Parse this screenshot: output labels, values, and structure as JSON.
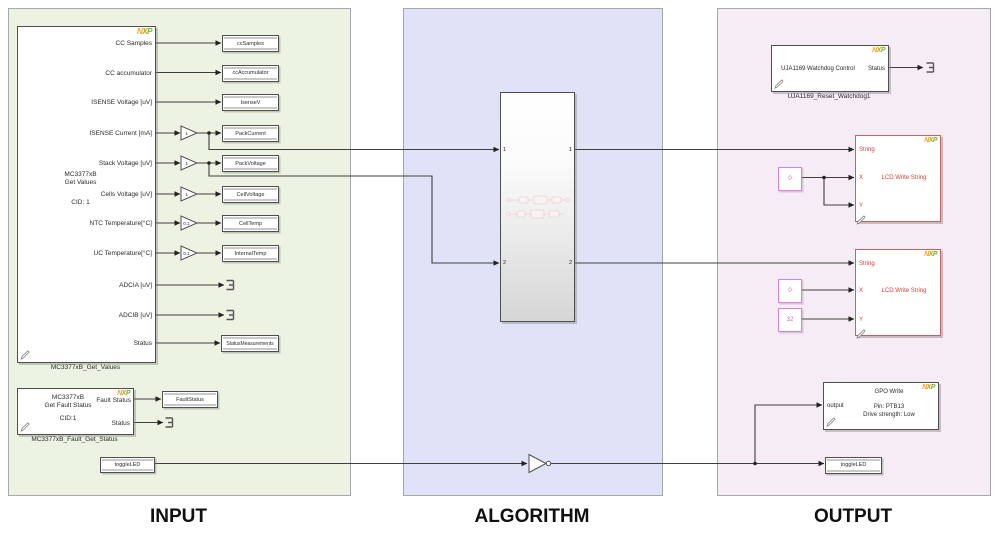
{
  "logo": {
    "n": "N",
    "x": "X",
    "p": "P"
  },
  "sections": {
    "input": "INPUT",
    "algorithm": "ALGORITHM",
    "output": "OUTPUT"
  },
  "input": {
    "get_values": {
      "line1": "MC3377xB",
      "line2": "Get Values",
      "cid": "CID: 1",
      "label": "MC3377xB_Get_Values",
      "ports": [
        "CC Samples",
        "CC accumulator",
        "ISENSE Voltage [uV]",
        "ISENSE Current [mA]",
        "Stack Voltage [uV]",
        "Cells Voltage [uV]",
        "NTC Temperature[°C]",
        "UC Temperature[°C]",
        "ADCIA [uV]",
        "ADCIB [uV]",
        "Status"
      ]
    },
    "outports": {
      "cc_samples": "ccSamples",
      "cc_accumulator": "ccAccumulator",
      "isense_v": "IsenseV",
      "pack_current": "PackCurrent",
      "pack_voltage": "PackVoltage",
      "cell_voltage": "CellVoltage",
      "cell_temp": "CellTemp",
      "internal_temp": "InternalTemp",
      "status_measurements": "StatusMeasurements",
      "fault_status": "FaultStatus"
    },
    "gains": {
      "g1": "1",
      "g2": "1",
      "g3": "1",
      "g4": "0.1",
      "g5": "0.1"
    },
    "fault": {
      "line1": "MC3377xB",
      "line2": "Get Fault Status",
      "cid": "CID:1",
      "port_fault": "Fault Status",
      "port_status": "Status",
      "label": "MC3377xB_Fault_Get_Status"
    },
    "toggle_from": "toggleLED"
  },
  "algorithm": {
    "in1": "1",
    "in2": "2",
    "out1": "1",
    "out2": "2"
  },
  "output": {
    "uja": {
      "text": "UJA1169 Watchdog Control",
      "port": "Status",
      "label": "UJA1169_Reset_Watchdog1"
    },
    "lcd1": {
      "title": "LCD Write String",
      "port_string": "String",
      "port_x": "X",
      "port_y": "Y"
    },
    "lcd2": {
      "title": "LCD Write String",
      "port_string": "String",
      "port_x": "X",
      "port_y": "Y"
    },
    "constants": {
      "lcd1_xy": "0",
      "lcd2_x": "0",
      "lcd2_y": "32"
    },
    "gpo": {
      "title": "GPO Write",
      "pin": "Pin: PTB13",
      "drive": "Drive strength: Low",
      "port": "output"
    },
    "toggle_goto": "toggleLED"
  }
}
